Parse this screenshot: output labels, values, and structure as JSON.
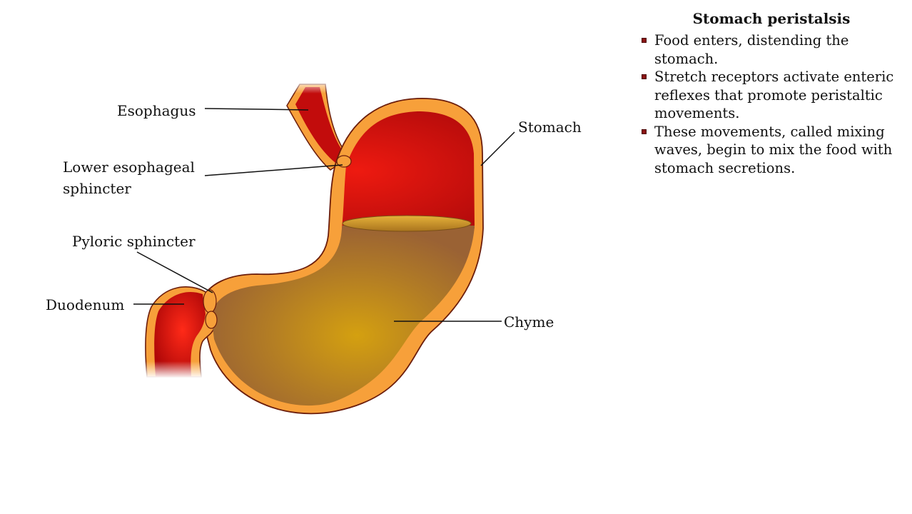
{
  "labels": {
    "esophagus": "Esophagus",
    "lower_esophageal_sphincter": "Lower esophageal\nsphincter",
    "pyloric_sphincter": "Pyloric sphincter",
    "duodenum": "Duodenum",
    "stomach": "Stomach",
    "chyme": "Chyme"
  },
  "panel": {
    "title": "Stomach peristalsis",
    "bullets": [
      "Food enters, distending the stomach.",
      "Stretch receptors activate enteric reflexes that promote peristaltic movements.",
      "These movements, called mixing waves, begin to mix the food with stomach secretions."
    ],
    "bullet_color": "#8b1414"
  },
  "colors": {
    "wall": "#f7a03a",
    "lumen_red": "#d10f0f",
    "chyme": "#a06a32",
    "chyme_center": "#d6a012",
    "outline": "#6b1d0b"
  }
}
